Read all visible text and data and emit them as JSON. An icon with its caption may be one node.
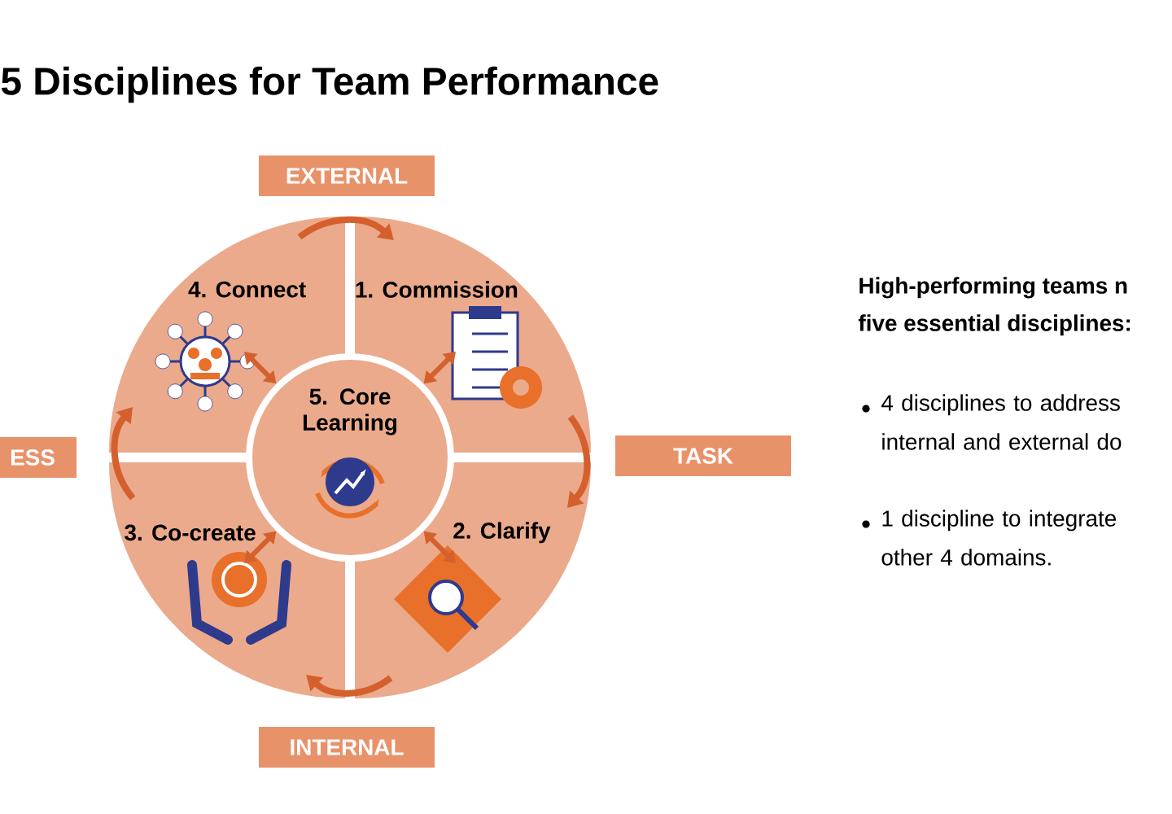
{
  "diagram": {
    "title": "5 Disciplines for Team Performance",
    "nodes": [
      {
        "text": [
          "EXTERNAL"
        ]
      },
      {
        "text": [
          "TASK"
        ]
      },
      {
        "text": [
          "INTERNAL"
        ]
      },
      {
        "text": [
          "ESS"
        ]
      },
      {
        "text": [
          "1. Commission"
        ]
      },
      {
        "text": [
          "2. Clarify"
        ]
      },
      {
        "text": [
          "3. Co-create"
        ]
      },
      {
        "text": [
          "4. Connect"
        ]
      },
      {
        "text": [
          "5. Core Learning"
        ]
      }
    ],
    "edges": [
      {
        "from": 7,
        "to": 4,
        "arrow": "to"
      },
      {
        "from": 4,
        "to": 5,
        "arrow": "to"
      },
      {
        "from": 5,
        "to": 6,
        "arrow": "to"
      },
      {
        "from": 6,
        "to": 7,
        "arrow": "to"
      },
      {
        "from": 8,
        "to": 4,
        "arrow": "both"
      },
      {
        "from": 8,
        "to": 5,
        "arrow": "both"
      },
      {
        "from": 8,
        "to": 6,
        "arrow": "both"
      },
      {
        "from": 8,
        "to": 7,
        "arrow": "both"
      }
    ],
    "labels": [
      "High-performing teams n",
      "five essential disciplines:",
      "4 disciplines to address internal and external do",
      "1 discipline to integrate other 4 domains."
    ]
  }
}
